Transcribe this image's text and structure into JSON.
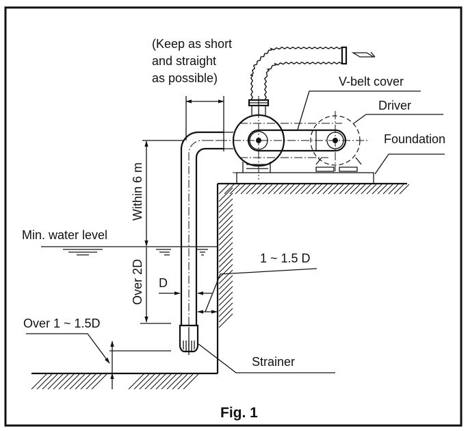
{
  "figure": {
    "caption": "Fig. 1",
    "subject": "Pump suction piping installation"
  },
  "labels": {
    "keep_short_line1": "(Keep as short",
    "keep_short_line2": "and straight",
    "keep_short_line3": "as possible)",
    "v_belt_cover": "V-belt cover",
    "driver": "Driver",
    "foundation": "Foundation",
    "within_6m": "Within 6 m",
    "min_water_level": "Min. water level",
    "over_2d": "Over 2D",
    "d": "D",
    "wall_clearance": "1 ~ 1.5 D",
    "bottom_clearance": "Over 1 ~ 1.5D",
    "strainer": "Strainer"
  },
  "colors": {
    "ink": "#111111",
    "paper": "#ffffff"
  }
}
